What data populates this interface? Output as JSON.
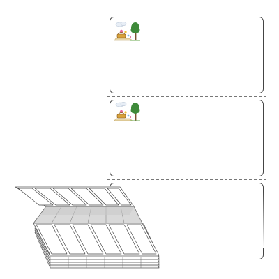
{
  "product": {
    "labels_per_row": 1,
    "visible_labels": 3,
    "fanfold_columns": 6,
    "perforated_between_labels": true,
    "colors": {
      "liner_stroke": "#555555",
      "label_stroke": "#444444",
      "perforation": "#777777",
      "fold_shade": "#d9d9d9",
      "fold_shade_dark": "#c8c8c8"
    }
  },
  "label_art": {
    "icon": "park-picnic-icon",
    "tree_color": "#3f8a3a",
    "trunk_color": "#7a5230",
    "basket_color": "#d8a23a",
    "flower_colors": [
      "#e46a9a",
      "#f0c23a",
      "#7fb7e6"
    ]
  }
}
